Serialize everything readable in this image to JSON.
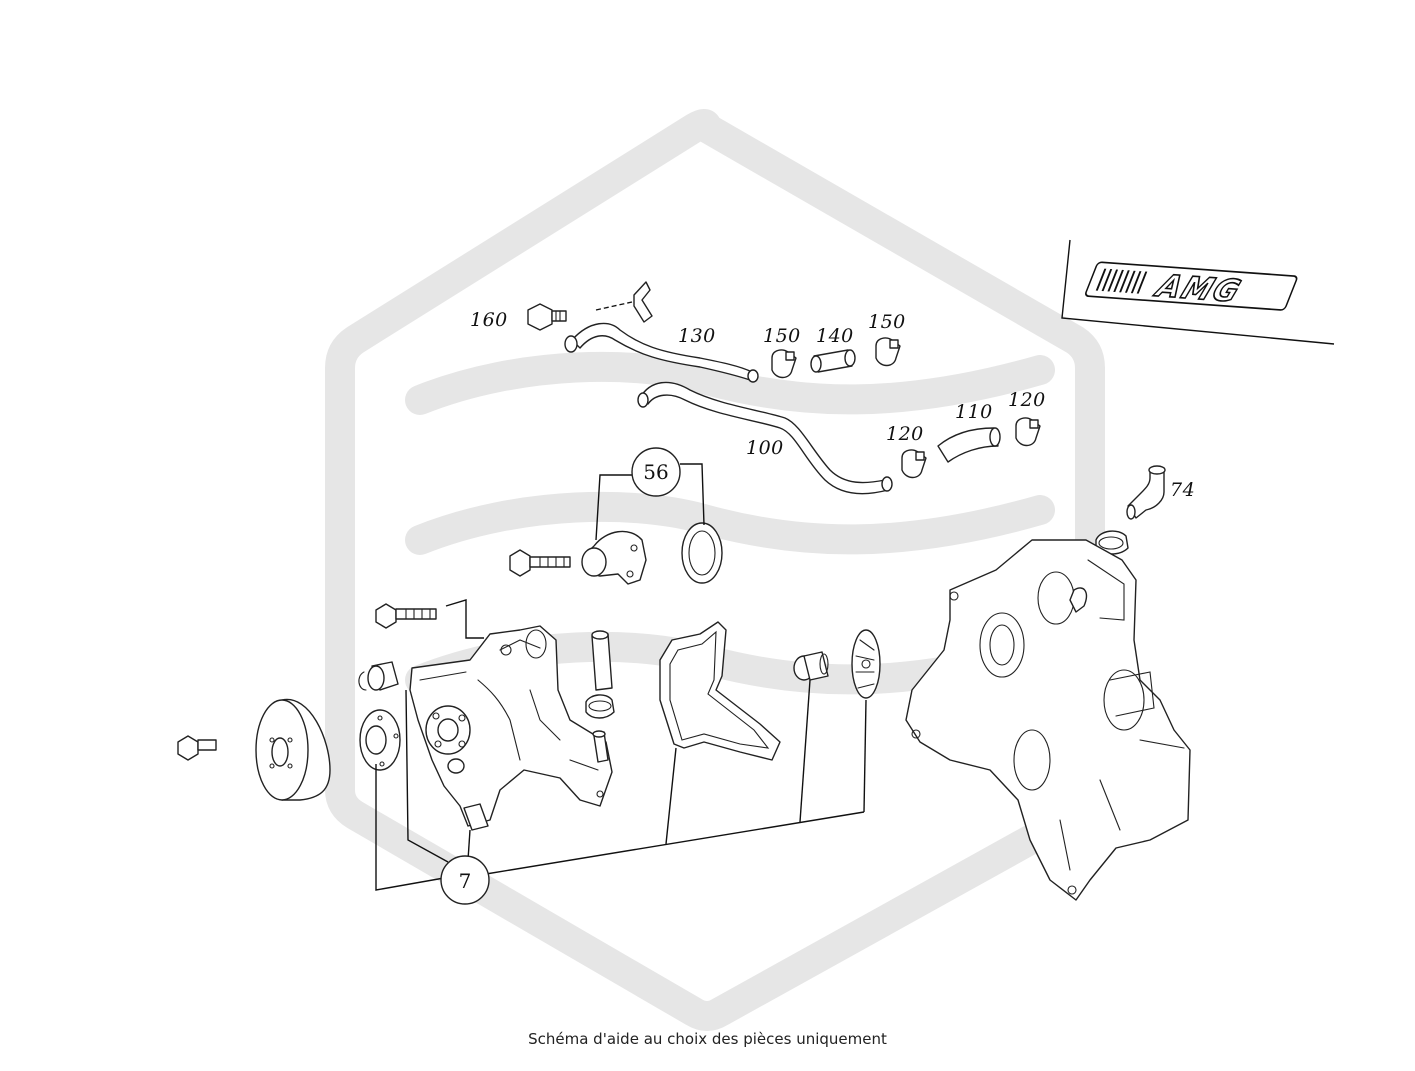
{
  "caption": "Schéma d'aide au choix des pièces uniquement",
  "logo": {
    "text": "AMG"
  },
  "callouts": {
    "c160": "160",
    "c130": "130",
    "c150a": "150",
    "c140": "140",
    "c150b": "150",
    "c100": "100",
    "c110": "110",
    "c120a": "120",
    "c120b": "120",
    "c74": "74",
    "c56": "56",
    "c7": "7"
  },
  "colors": {
    "line": "#222222",
    "watermark": "#e6e6e6",
    "background": "#ffffff"
  }
}
